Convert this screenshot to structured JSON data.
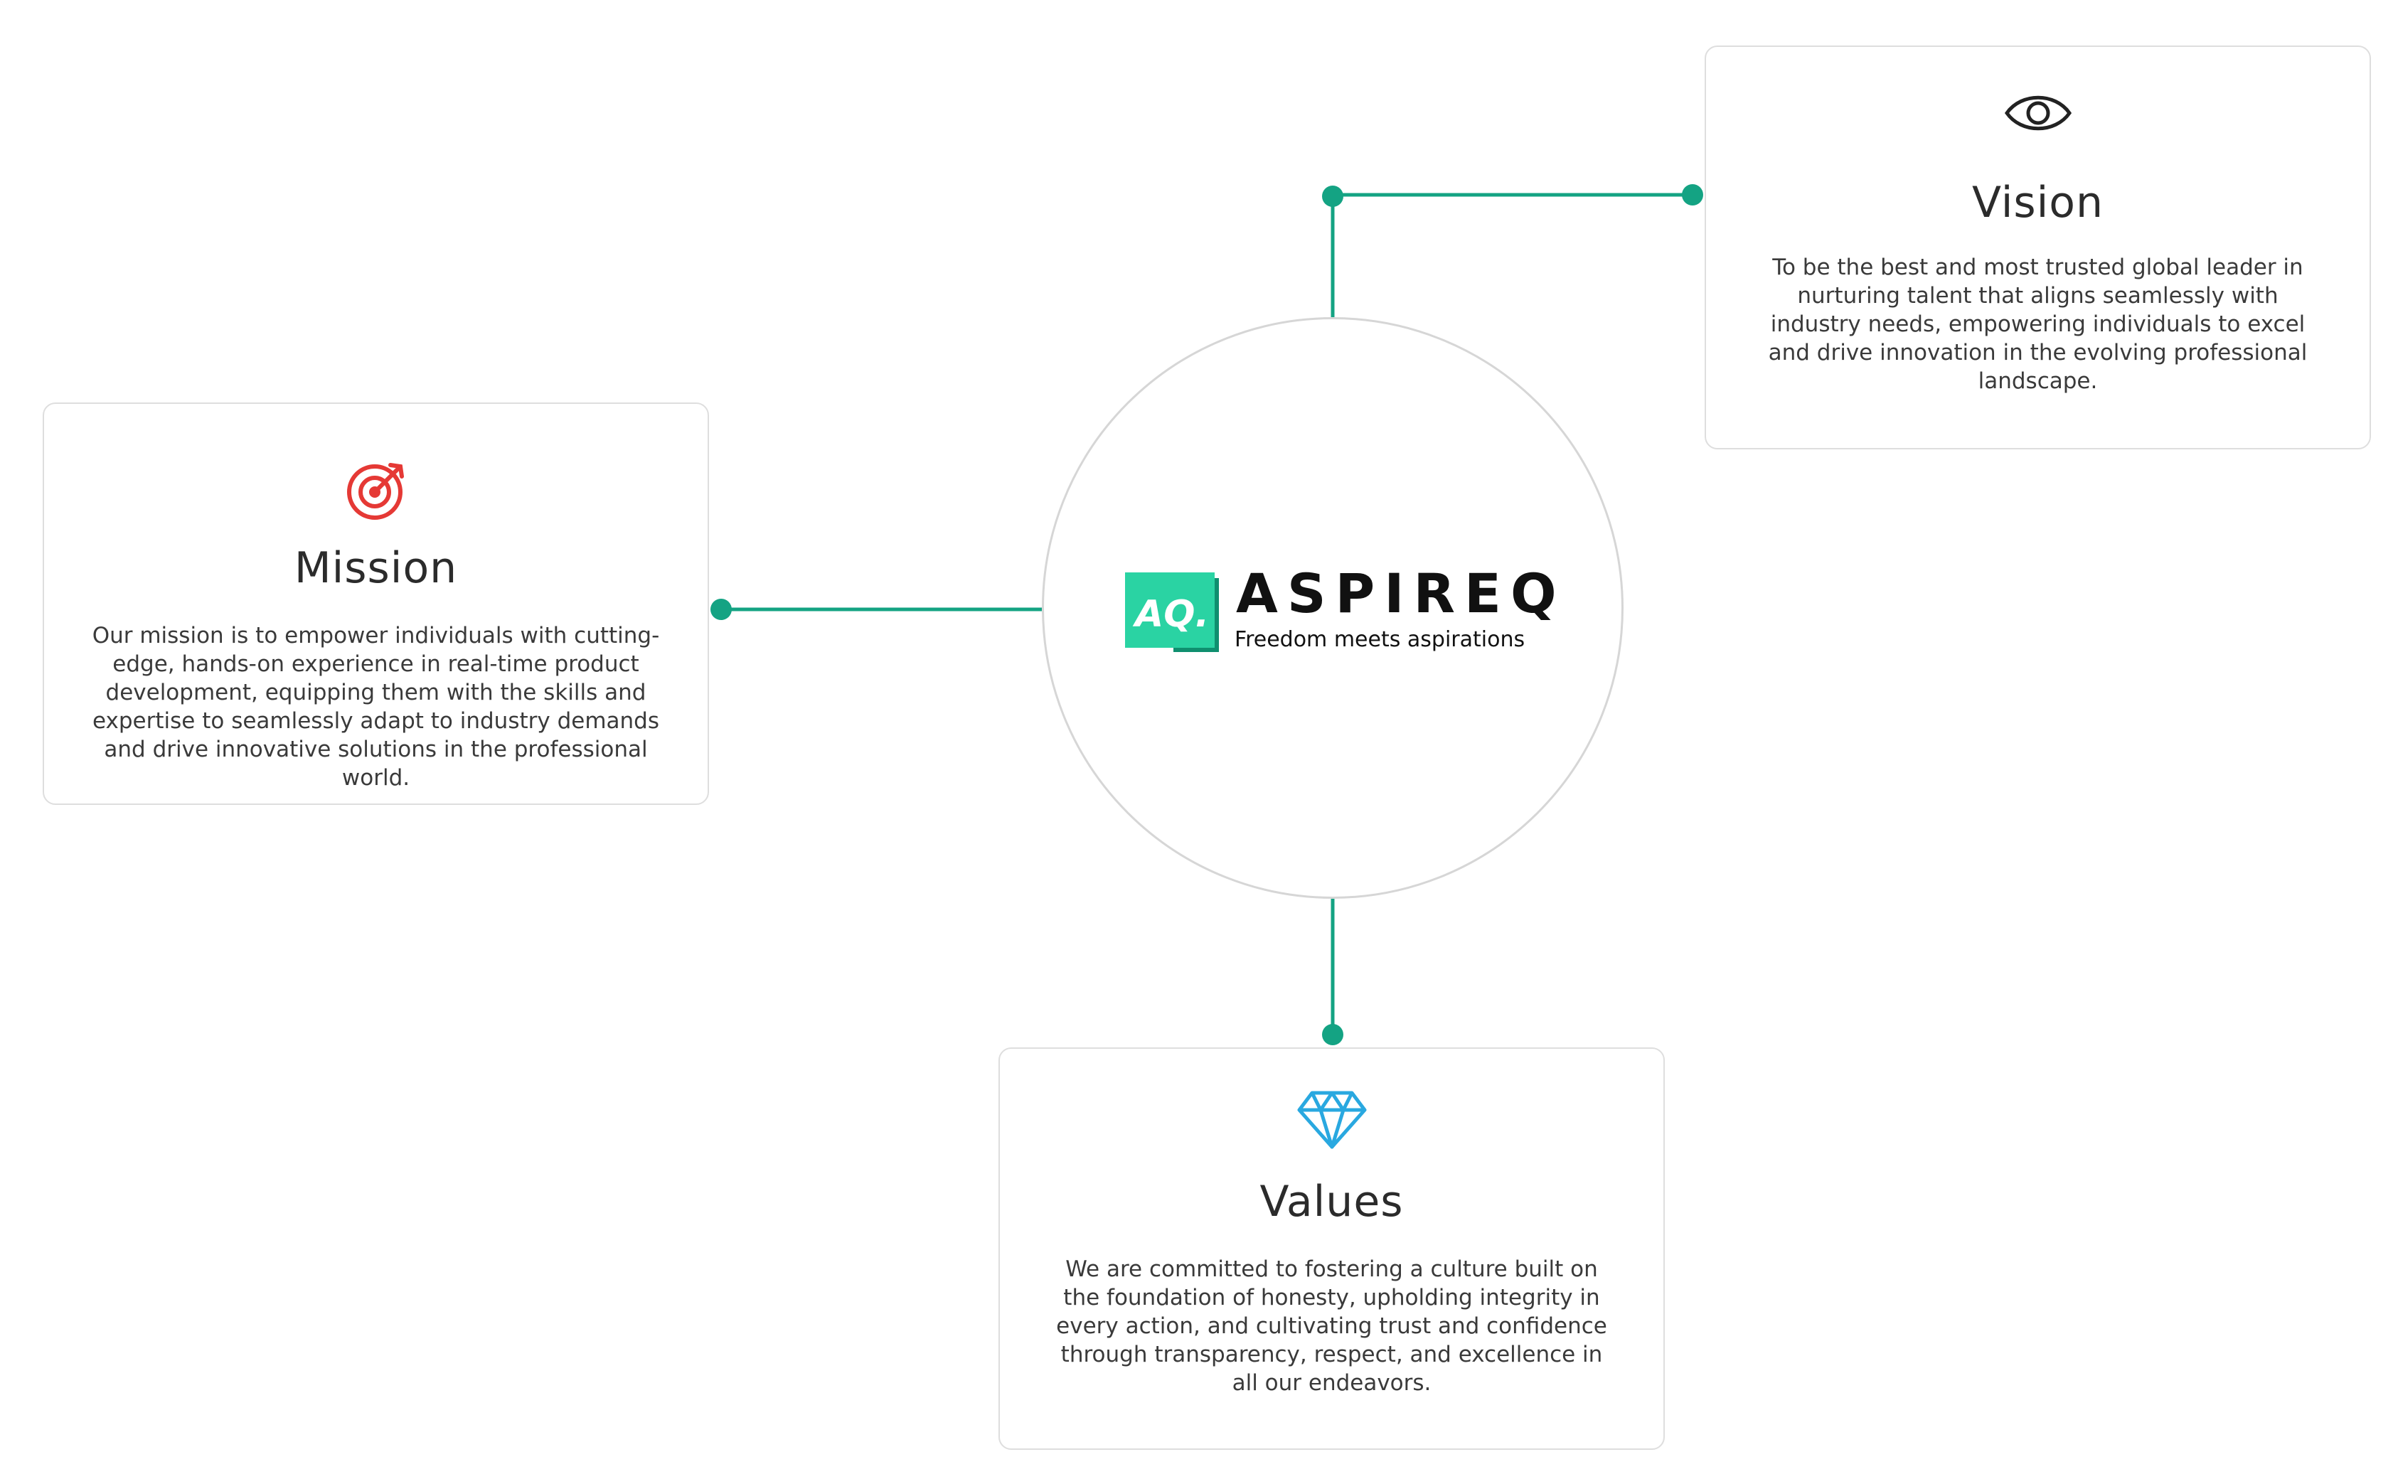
{
  "center": {
    "brand_name": "ASPIREQ",
    "tagline": "Freedom meets aspirations",
    "logo_mark_text": "AQ.",
    "brand_color": "#2ad3a3"
  },
  "cards": {
    "mission": {
      "icon": "target-icon",
      "icon_color": "#e53935",
      "title": "Mission",
      "description": "Our mission is to empower individuals with cutting-edge, hands-on experience in real-time product development, equipping them with the skills and expertise to seamlessly adapt to industry demands and drive innovative solutions in the professional world."
    },
    "vision": {
      "icon": "eye-icon",
      "icon_color": "#222222",
      "title": "Vision",
      "description": "To be the best and most trusted global leader in nurturing talent that aligns seamlessly with industry needs, empowering individuals to excel and drive innovation in the evolving professional landscape."
    },
    "values": {
      "icon": "diamond-icon",
      "icon_color": "#29a8e0",
      "title": "Values",
      "description": "We are committed to fostering a culture built on the foundation of honesty, upholding integrity in every action, and cultivating trust and confidence through transparency, respect, and excellence in all our endeavors."
    }
  },
  "connector_color": "#14a383"
}
